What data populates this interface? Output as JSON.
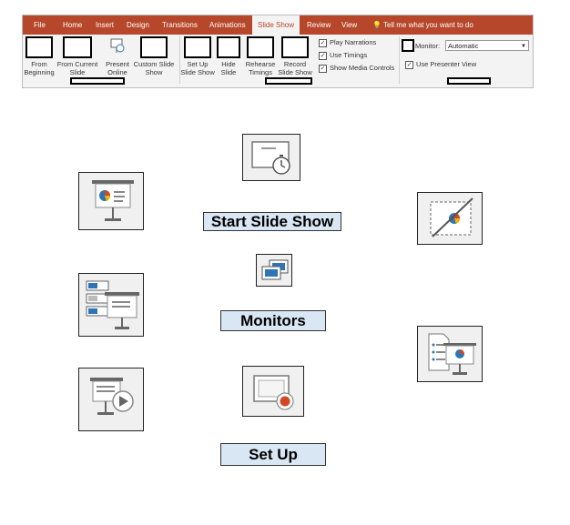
{
  "ribbon": {
    "tabs": [
      "File",
      "Home",
      "Insert",
      "Design",
      "Transitions",
      "Animations",
      "Slide Show",
      "Review",
      "View"
    ],
    "active_tab": "Slide Show",
    "tell_me": "Tell me what you want to do",
    "buttons": {
      "from_beginning": "From Beginning",
      "from_current": "From Current Slide",
      "present_online": "Present Online",
      "custom_show": "Custom Slide Show",
      "setup_show": "Set Up Slide Show",
      "hide_slide": "Hide Slide",
      "rehearse": "Rehearse Timings",
      "record": "Record Slide Show"
    },
    "checkboxes": {
      "play_narrations": "Play Narrations",
      "use_timings": "Use Timings",
      "show_media": "Show Media Controls",
      "presenter_view": "Use Presenter View"
    },
    "monitor_label": "Monitor:",
    "monitor_value": "Automatic"
  },
  "labels": {
    "start": "Start Slide Show",
    "monitors": "Monitors",
    "setup": "Set Up"
  },
  "colors": {
    "ribbon_tab_bar": "#b7472a",
    "label_fill": "#d9e7f4",
    "accent_orange": "#d24726",
    "accent_blue": "#2e75b6"
  }
}
